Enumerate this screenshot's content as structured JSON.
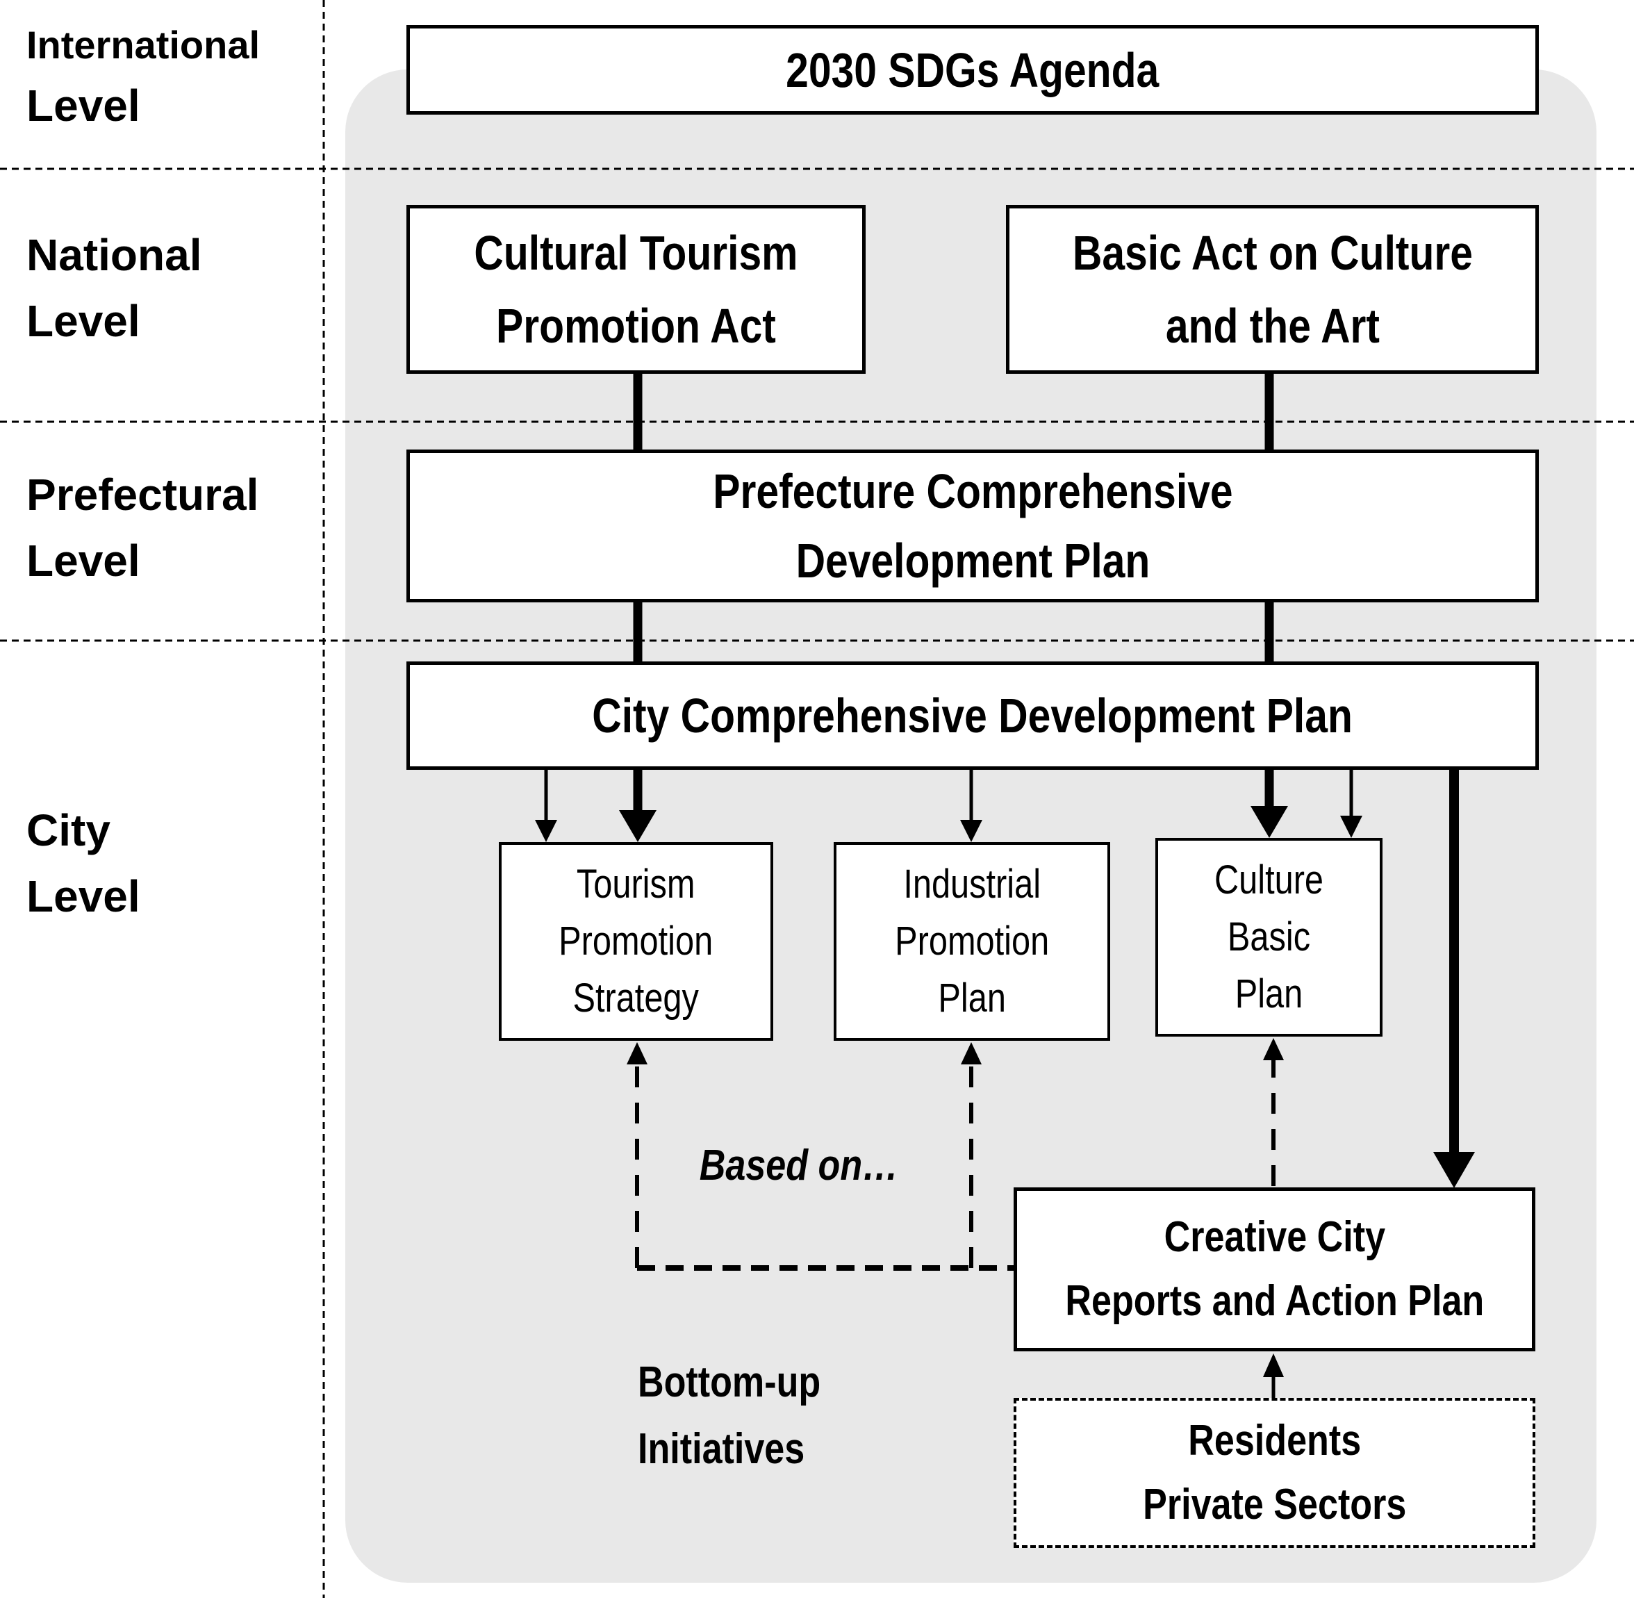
{
  "colors": {
    "panel_bg": "#e8e8e8",
    "box_bg": "#ffffff",
    "line": "#000000"
  },
  "levels": [
    {
      "line1": "International",
      "line2": "Level"
    },
    {
      "line1": "National",
      "line2": "Level"
    },
    {
      "line1": "Prefectural",
      "line2": "Level"
    },
    {
      "line1": "City",
      "line2": "Level"
    }
  ],
  "boxes": {
    "sdgs": {
      "label": "2030 SDGs Agenda"
    },
    "cultural_tourism": {
      "line1": "Cultural Tourism",
      "line2": "Promotion Act"
    },
    "basic_act": {
      "line1": "Basic Act on Culture",
      "line2": "and the Art"
    },
    "prefecture_plan": {
      "line1": "Prefecture Comprehensive",
      "line2": "Development Plan"
    },
    "city_plan": {
      "label": "City Comprehensive Development Plan"
    },
    "tourism_strategy": {
      "line1": "Tourism",
      "line2": "Promotion",
      "line3": "Strategy"
    },
    "industrial_plan": {
      "line1": "Industrial",
      "line2": "Promotion",
      "line3": "Plan"
    },
    "culture_plan": {
      "line1": "Culture",
      "line2": "Basic",
      "line3": "Plan"
    },
    "creative_city": {
      "line1": "Creative City",
      "line2": "Reports and Action Plan"
    },
    "residents": {
      "line1": "Residents",
      "line2": "Private Sectors"
    }
  },
  "annotations": {
    "based_on": "Based on…",
    "bottom_up_line1": "Bottom-up",
    "bottom_up_line2": "Initiatives"
  }
}
